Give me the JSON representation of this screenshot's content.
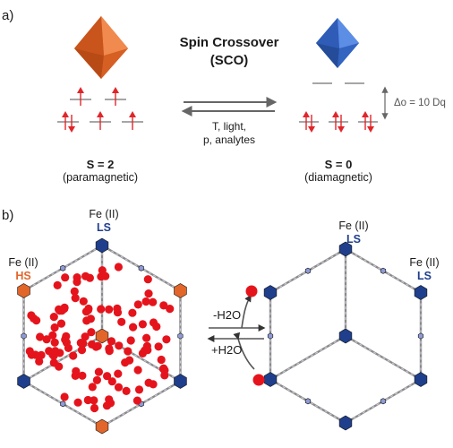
{
  "panel_a": {
    "label": "a)",
    "title_line1": "Spin Crossover",
    "title_line2": "(SCO)",
    "conditions_line1": "T, light,",
    "conditions_line2": "p, analytes",
    "left_state": {
      "spin": "S = 2",
      "magnetism": "(paramagnetic)"
    },
    "right_state": {
      "spin": "S = 0",
      "magnetism": "(diamagnetic)"
    },
    "splitting_label": "Δo = 10 Dq"
  },
  "panel_b": {
    "label": "b)",
    "left_top_metal": "Fe (II)",
    "left_top_state": "LS",
    "left_side_metal": "Fe (II)",
    "left_side_state": "HS",
    "right_top_metal": "Fe (II)",
    "right_top_state": "LS",
    "right_side_metal": "Fe (II)",
    "right_side_state": "LS",
    "dehydration": "-H2O",
    "hydration": "+H2O"
  },
  "colors": {
    "hs_orange": "#e2662a",
    "ls_blue": "#1f3f8c",
    "electron_red": "#e0262a",
    "water_red": "#e5141c",
    "arrow_gray": "#666666"
  }
}
